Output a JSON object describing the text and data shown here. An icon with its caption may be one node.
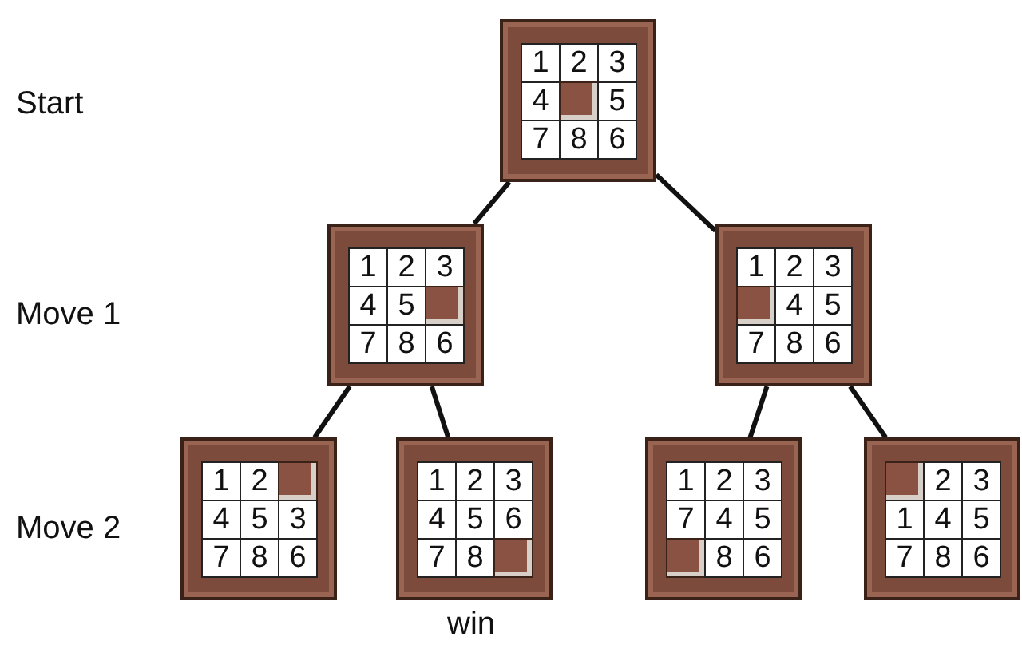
{
  "diagram": {
    "nodes": [
      {
        "text": [],
        "shape": "box"
      },
      {
        "text": [
          "1"
        ],
        "in": 0
      },
      {
        "text": [
          "2"
        ],
        "in": 0
      },
      {
        "text": [
          "3"
        ],
        "in": 0
      },
      {
        "text": [
          "4"
        ],
        "in": 0
      },
      {
        "text": [],
        "shape": "box",
        "in": 0
      },
      {
        "text": [
          "5"
        ],
        "in": 0
      },
      {
        "text": [
          "7"
        ],
        "in": 0
      },
      {
        "text": [
          "8"
        ],
        "in": 0
      },
      {
        "text": [
          "6"
        ],
        "in": 0
      },
      {
        "text": [],
        "shape": "box"
      },
      {
        "text": [
          "1"
        ],
        "in": 10
      },
      {
        "text": [
          "2"
        ],
        "in": 10
      },
      {
        "text": [
          "3"
        ],
        "in": 10
      },
      {
        "text": [
          "4"
        ],
        "in": 10
      },
      {
        "text": [
          "5"
        ],
        "in": 10
      },
      {
        "text": [],
        "shape": "box",
        "in": 10
      },
      {
        "text": [
          "7"
        ],
        "in": 10
      },
      {
        "text": [
          "8"
        ],
        "in": 10
      },
      {
        "text": [
          "6"
        ],
        "in": 10
      },
      {
        "text": [],
        "shape": "box"
      },
      {
        "text": [
          "1"
        ],
        "in": 20
      },
      {
        "text": [
          "2"
        ],
        "in": 20
      },
      {
        "text": [
          "3"
        ],
        "in": 20
      },
      {
        "text": [],
        "shape": "box",
        "in": 20
      },
      {
        "text": [
          "4"
        ],
        "in": 20
      },
      {
        "text": [
          "5"
        ],
        "in": 20
      },
      {
        "text": [
          "7"
        ],
        "in": 20
      },
      {
        "text": [
          "8"
        ],
        "in": 20
      },
      {
        "text": [
          "6"
        ],
        "in": 20
      },
      {
        "text": [],
        "shape": "box"
      },
      {
        "text": [
          "1"
        ],
        "in": 30
      },
      {
        "text": [
          "2"
        ],
        "in": 30
      },
      {
        "text": [],
        "shape": "box",
        "in": 30
      },
      {
        "text": [
          "4"
        ],
        "in": 30
      },
      {
        "text": [
          "5"
        ],
        "in": 30
      },
      {
        "text": [
          "3"
        ],
        "in": 30
      },
      {
        "text": [
          "7"
        ],
        "in": 30
      },
      {
        "text": [
          "8"
        ],
        "in": 30
      },
      {
        "text": [
          "6"
        ],
        "in": 30
      },
      {
        "text": [],
        "shape": "box",
        "beside": [
          "win"
        ]
      },
      {
        "text": [
          "1"
        ],
        "in": 40
      },
      {
        "text": [
          "2"
        ],
        "in": 40
      },
      {
        "text": [
          "3"
        ],
        "in": 40
      },
      {
        "text": [
          "4"
        ],
        "in": 40
      },
      {
        "text": [
          "5"
        ],
        "in": 40
      },
      {
        "text": [
          "6"
        ],
        "in": 40
      },
      {
        "text": [
          "7"
        ],
        "in": 40
      },
      {
        "text": [
          "8"
        ],
        "in": 40
      },
      {
        "text": [],
        "shape": "box",
        "in": 40
      },
      {
        "text": [],
        "shape": "box"
      },
      {
        "text": [
          "1"
        ],
        "in": 50
      },
      {
        "text": [
          "2"
        ],
        "in": 50
      },
      {
        "text": [
          "3"
        ],
        "in": 50
      },
      {
        "text": [
          "7"
        ],
        "in": 50
      },
      {
        "text": [
          "4"
        ],
        "in": 50
      },
      {
        "text": [
          "5"
        ],
        "in": 50
      },
      {
        "text": [],
        "shape": "box",
        "in": 50
      },
      {
        "text": [
          "8"
        ],
        "in": 50
      },
      {
        "text": [
          "6"
        ],
        "in": 50
      },
      {
        "text": [],
        "shape": "box"
      },
      {
        "text": [],
        "shape": "box",
        "in": 60
      },
      {
        "text": [
          "2"
        ],
        "in": 60
      },
      {
        "text": [
          "3"
        ],
        "in": 60
      },
      {
        "text": [
          "1"
        ],
        "in": 60
      },
      {
        "text": [
          "4"
        ],
        "in": 60
      },
      {
        "text": [
          "5"
        ],
        "in": 60
      },
      {
        "text": [
          "7"
        ],
        "in": 60
      },
      {
        "text": [
          "8"
        ],
        "in": 60
      },
      {
        "text": [
          "6"
        ],
        "in": 60
      }
    ],
    "edges": [
      {
        "from": 0,
        "to": 10,
        "arrow": "none"
      },
      {
        "from": 0,
        "to": 20,
        "arrow": "none"
      },
      {
        "from": 10,
        "to": 30,
        "arrow": "none"
      },
      {
        "from": 10,
        "to": 40,
        "arrow": "none"
      },
      {
        "from": 20,
        "to": 50,
        "arrow": "none"
      },
      {
        "from": 20,
        "to": 60,
        "arrow": "none"
      }
    ],
    "labels": [
      "Start",
      "Move 1",
      "Move 2"
    ]
  }
}
